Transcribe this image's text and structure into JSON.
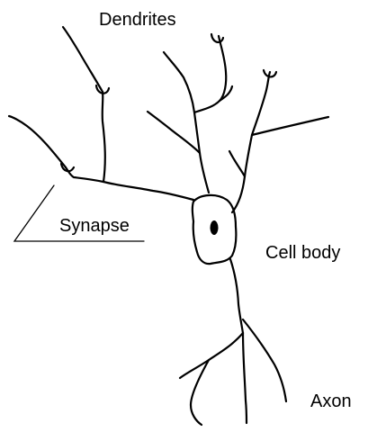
{
  "labels": {
    "dendrites": "Dendrites",
    "synapse": "Synapse",
    "cell_body": "Cell body",
    "axon": "Axon"
  },
  "colors": {
    "ink": "#000000",
    "background": "#ffffff"
  }
}
